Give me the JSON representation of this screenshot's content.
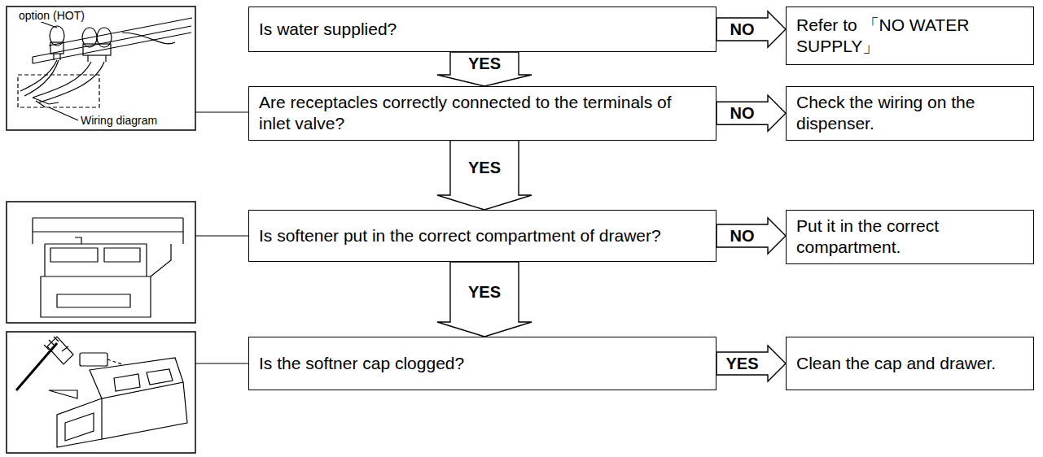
{
  "diagram": {
    "nodes": [
      {
        "text": [
          "Is water supplied?"
        ]
      },
      {
        "text": [
          "Refer to 「NO WATER SUPPLY」"
        ]
      },
      {
        "text": [
          "Are receptacles correctly connected to the terminals of inlet valve?"
        ]
      },
      {
        "text": [
          "Check the wiring on the dispenser."
        ]
      },
      {
        "text": [
          "Is softener put in the correct compartment of drawer?"
        ]
      },
      {
        "text": [
          "Put it in the correct compartment."
        ]
      },
      {
        "text": [
          "Is the softner cap clogged?"
        ]
      },
      {
        "text": [
          "Clean the cap and drawer."
        ]
      }
    ],
    "edges": [
      {
        "from": 0,
        "to": 1,
        "label": "NO",
        "arrow": "to"
      },
      {
        "from": 0,
        "to": 2,
        "label": "YES",
        "arrow": "to"
      },
      {
        "from": 2,
        "to": 3,
        "label": "NO",
        "arrow": "to"
      },
      {
        "from": 2,
        "to": 4,
        "label": "YES",
        "arrow": "to"
      },
      {
        "from": 4,
        "to": 5,
        "label": "NO",
        "arrow": "to"
      },
      {
        "from": 4,
        "to": 6,
        "label": "YES",
        "arrow": "to"
      },
      {
        "from": 6,
        "to": 7,
        "label": "YES",
        "arrow": "to"
      }
    ],
    "labels": [
      "option (HOT)",
      "Wiring diagram"
    ]
  }
}
